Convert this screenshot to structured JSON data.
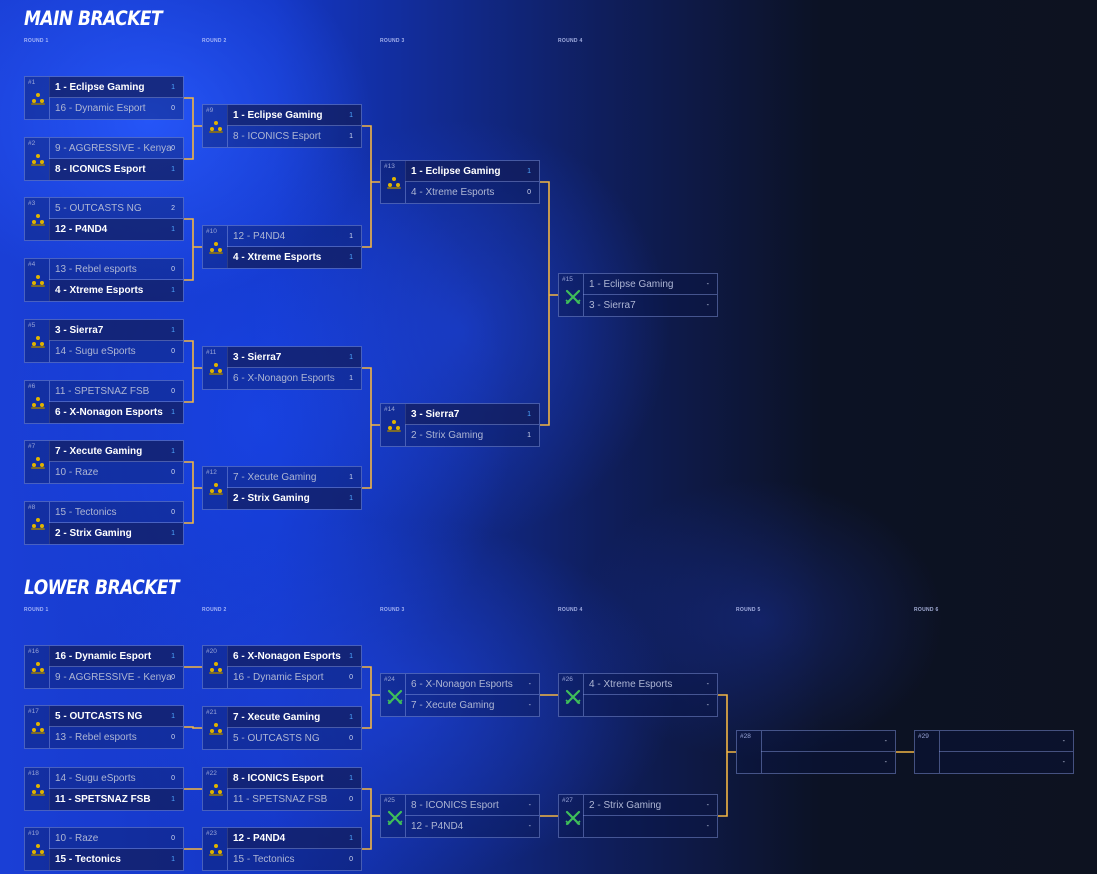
{
  "main_title": "MAIN BRACKET",
  "lower_title": "LOWER BRACKET",
  "round_labels": [
    "ROUND 1",
    "ROUND 2",
    "ROUND 3",
    "ROUND 4",
    "ROUND 5",
    "ROUND 6"
  ],
  "colors": {
    "accent": "#4fa8ff",
    "connector": "#f2b544",
    "win_icon": "#e0b400",
    "live_icon": "#3fbf5a"
  },
  "main": {
    "r1": [
      {
        "num": "#1",
        "a": "1 - Eclipse Gaming",
        "b": "16 - Dynamic Esport",
        "sa": "1",
        "sb": "0",
        "win": 0,
        "icon": "trophy-dots-icon"
      },
      {
        "num": "#2",
        "a": "9 - AGGRESSIVE - Kenya",
        "b": "8 - ICONICS Esport",
        "sa": "0",
        "sb": "1",
        "win": 1,
        "icon": "trophy-dots-icon"
      },
      {
        "num": "#3",
        "a": "5 - OUTCASTS NG",
        "b": "12 - P4ND4",
        "sa": "2",
        "sb": "1",
        "win": 1,
        "icon": "trophy-dots-icon"
      },
      {
        "num": "#4",
        "a": "13 - Rebel esports",
        "b": "4 - Xtreme Esports",
        "sa": "0",
        "sb": "1",
        "win": 1,
        "icon": "trophy-dots-icon"
      },
      {
        "num": "#5",
        "a": "3 - Sierra7",
        "b": "14 - Sugu eSports",
        "sa": "1",
        "sb": "0",
        "win": 0,
        "icon": "trophy-dots-icon"
      },
      {
        "num": "#6",
        "a": "11 - SPETSNAZ FSB",
        "b": "6 - X-Nonagon Esports",
        "sa": "0",
        "sb": "1",
        "win": 1,
        "icon": "trophy-dots-icon"
      },
      {
        "num": "#7",
        "a": "7 - Xecute Gaming",
        "b": "10 - Raze",
        "sa": "1",
        "sb": "0",
        "win": 0,
        "icon": "trophy-dots-icon"
      },
      {
        "num": "#8",
        "a": "15 - Tectonics",
        "b": "2 - Strix Gaming",
        "sa": "0",
        "sb": "1",
        "win": 1,
        "icon": "trophy-dots-icon"
      }
    ],
    "r2": [
      {
        "num": "#9",
        "a": "1 - Eclipse Gaming",
        "b": "8 - ICONICS Esport",
        "sa": "1",
        "sb": "1",
        "win": 0,
        "icon": "trophy-dots-icon"
      },
      {
        "num": "#10",
        "a": "12 - P4ND4",
        "b": "4 - Xtreme Esports",
        "sa": "1",
        "sb": "1",
        "win": 1,
        "icon": "trophy-dots-icon"
      },
      {
        "num": "#11",
        "a": "3 - Sierra7",
        "b": "6 - X-Nonagon Esports",
        "sa": "1",
        "sb": "1",
        "win": 0,
        "icon": "trophy-dots-icon"
      },
      {
        "num": "#12",
        "a": "7 - Xecute Gaming",
        "b": "2 - Strix Gaming",
        "sa": "1",
        "sb": "1",
        "win": 1,
        "icon": "trophy-dots-icon"
      }
    ],
    "r3": [
      {
        "num": "#13",
        "a": "1 - Eclipse Gaming",
        "b": "4 - Xtreme Esports",
        "sa": "1",
        "sb": "0",
        "win": 0,
        "icon": "trophy-dots-icon"
      },
      {
        "num": "#14",
        "a": "3 - Sierra7",
        "b": "2 - Strix Gaming",
        "sa": "1",
        "sb": "1",
        "win": 0,
        "icon": "trophy-dots-icon"
      }
    ],
    "r4": [
      {
        "num": "#15",
        "a": "1 - Eclipse Gaming",
        "b": "3 - Sierra7",
        "sa": "-",
        "sb": "-",
        "win": -1,
        "icon": "crossed-swords-icon"
      }
    ]
  },
  "lower": {
    "r1": [
      {
        "num": "#16",
        "a": "16 - Dynamic Esport",
        "b": "9 - AGGRESSIVE - Kenya",
        "sa": "1",
        "sb": "0",
        "win": 0,
        "icon": "trophy-dots-icon"
      },
      {
        "num": "#17",
        "a": "5 - OUTCASTS NG",
        "b": "13 - Rebel esports",
        "sa": "1",
        "sb": "0",
        "win": 0,
        "icon": "trophy-dots-icon"
      },
      {
        "num": "#18",
        "a": "14 - Sugu eSports",
        "b": "11 - SPETSNAZ FSB",
        "sa": "0",
        "sb": "1",
        "win": 1,
        "icon": "trophy-dots-icon"
      },
      {
        "num": "#19",
        "a": "10 - Raze",
        "b": "15 - Tectonics",
        "sa": "0",
        "sb": "1",
        "win": 1,
        "icon": "trophy-dots-icon"
      }
    ],
    "r2": [
      {
        "num": "#20",
        "a": "6 - X-Nonagon Esports",
        "b": "16 - Dynamic Esport",
        "sa": "1",
        "sb": "0",
        "win": 0,
        "icon": "trophy-dots-icon"
      },
      {
        "num": "#21",
        "a": "7 - Xecute Gaming",
        "b": "5 - OUTCASTS NG",
        "sa": "1",
        "sb": "0",
        "win": 0,
        "icon": "trophy-dots-icon"
      },
      {
        "num": "#22",
        "a": "8 - ICONICS Esport",
        "b": "11 - SPETSNAZ FSB",
        "sa": "1",
        "sb": "0",
        "win": 0,
        "icon": "trophy-dots-icon"
      },
      {
        "num": "#23",
        "a": "12 - P4ND4",
        "b": "15 - Tectonics",
        "sa": "1",
        "sb": "0",
        "win": 0,
        "icon": "trophy-dots-icon"
      }
    ],
    "r3": [
      {
        "num": "#24",
        "a": "6 - X-Nonagon Esports",
        "b": "7 - Xecute Gaming",
        "sa": "-",
        "sb": "-",
        "win": -1,
        "icon": "crossed-swords-icon"
      },
      {
        "num": "#25",
        "a": "8 - ICONICS Esport",
        "b": "12 - P4ND4",
        "sa": "-",
        "sb": "-",
        "win": -1,
        "icon": "crossed-swords-icon"
      }
    ],
    "r4": [
      {
        "num": "#26",
        "a": "4 - Xtreme Esports",
        "b": "",
        "sa": "-",
        "sb": "-",
        "win": -1,
        "icon": "crossed-swords-icon"
      },
      {
        "num": "#27",
        "a": "2 - Strix Gaming",
        "b": "",
        "sa": "-",
        "sb": "-",
        "win": -1,
        "icon": "crossed-swords-icon"
      }
    ],
    "r5": [
      {
        "num": "#28",
        "a": "",
        "b": "",
        "sa": "-",
        "sb": "-",
        "win": -1,
        "icon": ""
      }
    ],
    "r6": [
      {
        "num": "#29",
        "a": "",
        "b": "",
        "sa": "-",
        "sb": "-",
        "win": -1,
        "icon": ""
      }
    ]
  }
}
